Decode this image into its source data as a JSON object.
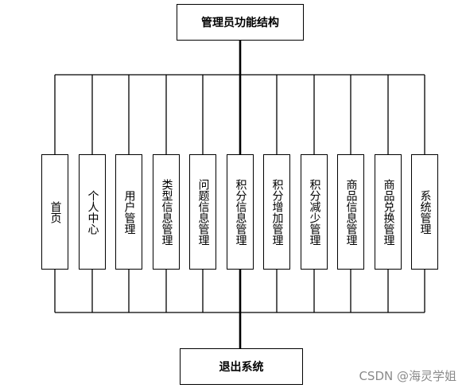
{
  "diagram": {
    "root": "管理员功能结构",
    "functions": [
      "首页",
      "个人中心",
      "用户管理",
      "类型信息管理",
      "问题信息管理",
      "积分信息管理",
      "积分增加管理",
      "积分减少管理",
      "商品信息管理",
      "商品兑换管理",
      "系统管理"
    ],
    "exit": "退出系统"
  },
  "watermark": "CSDN @海灵学姐"
}
